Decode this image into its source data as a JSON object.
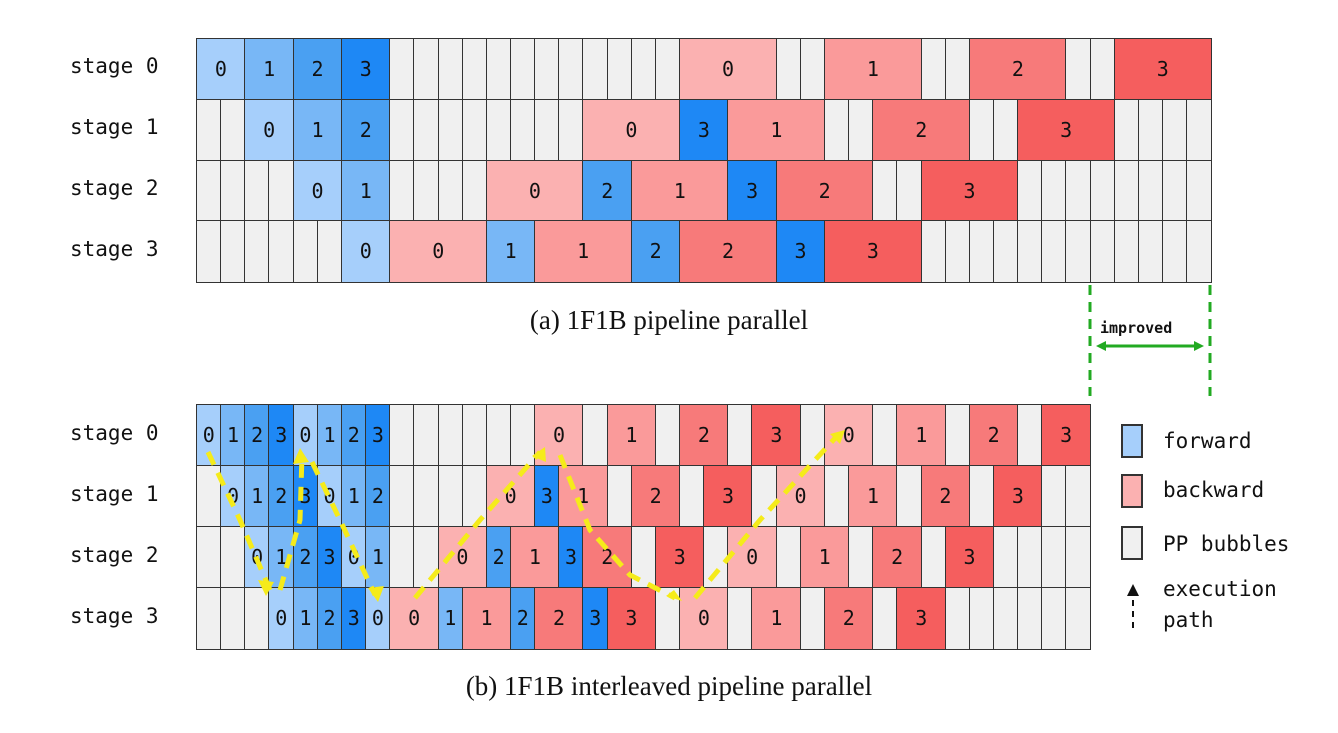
{
  "colors": {
    "forward": [
      "#a6cffb",
      "#78b7f6",
      "#4aa0f2",
      "#1e88f5"
    ],
    "backward": [
      "#fbb1b1",
      "#fa9a9a",
      "#f77a7a",
      "#f55e5e"
    ],
    "bubble": "#f0f0f0",
    "path": "#f5eb1a",
    "improved": "#22aa22"
  },
  "diagram_a": {
    "caption": "(a) 1F1B pipeline parallel",
    "stage_labels": [
      "stage 0",
      "stage 1",
      "stage 2",
      "stage 3"
    ],
    "rows": [
      [
        [
          "F",
          0,
          2
        ],
        [
          "F",
          1,
          2
        ],
        [
          "F",
          2,
          2
        ],
        [
          "F",
          3,
          2
        ],
        [
          "_",
          null,
          12
        ],
        [
          "B",
          0,
          4
        ],
        [
          "_",
          null,
          2
        ],
        [
          "B",
          1,
          4
        ],
        [
          "_",
          null,
          2
        ],
        [
          "B",
          2,
          4
        ],
        [
          "_",
          null,
          2
        ],
        [
          "B",
          3,
          4
        ]
      ],
      [
        [
          "_",
          null,
          2
        ],
        [
          "F",
          0,
          2
        ],
        [
          "F",
          1,
          2
        ],
        [
          "F",
          2,
          2
        ],
        [
          "_",
          null,
          8
        ],
        [
          "B",
          0,
          4
        ],
        [
          "F",
          3,
          2
        ],
        [
          "B",
          1,
          4
        ],
        [
          "_",
          null,
          2
        ],
        [
          "B",
          2,
          4
        ],
        [
          "_",
          null,
          2
        ],
        [
          "B",
          3,
          4
        ],
        [
          "_",
          null,
          4
        ]
      ],
      [
        [
          "_",
          null,
          4
        ],
        [
          "F",
          0,
          2
        ],
        [
          "F",
          1,
          2
        ],
        [
          "_",
          null,
          4
        ],
        [
          "B",
          0,
          4
        ],
        [
          "F",
          2,
          2
        ],
        [
          "B",
          1,
          4
        ],
        [
          "F",
          3,
          2
        ],
        [
          "B",
          2,
          4
        ],
        [
          "_",
          null,
          2
        ],
        [
          "B",
          3,
          4
        ],
        [
          "_",
          null,
          8
        ]
      ],
      [
        [
          "_",
          null,
          6
        ],
        [
          "F",
          0,
          2
        ],
        [
          "B",
          0,
          4
        ],
        [
          "F",
          1,
          2
        ],
        [
          "B",
          1,
          4
        ],
        [
          "F",
          2,
          2
        ],
        [
          "B",
          2,
          4
        ],
        [
          "F",
          3,
          2
        ],
        [
          "B",
          3,
          4
        ],
        [
          "_",
          null,
          12
        ]
      ]
    ],
    "improved_label": "improved"
  },
  "diagram_b": {
    "caption": "(b) 1F1B interleaved pipeline parallel",
    "stage_labels": [
      "stage 0",
      "stage 1",
      "stage 2",
      "stage 3"
    ],
    "rows": [
      [
        [
          "F",
          0,
          1
        ],
        [
          "F",
          1,
          1
        ],
        [
          "F",
          2,
          1
        ],
        [
          "F",
          3,
          1
        ],
        [
          "F",
          0,
          1
        ],
        [
          "F",
          1,
          1
        ],
        [
          "F",
          2,
          1
        ],
        [
          "F",
          3,
          1
        ],
        [
          "_",
          null,
          6
        ],
        [
          "B",
          0,
          2
        ],
        [
          "_",
          null,
          1
        ],
        [
          "B",
          1,
          2
        ],
        [
          "_",
          null,
          1
        ],
        [
          "B",
          2,
          2
        ],
        [
          "_",
          null,
          1
        ],
        [
          "B",
          3,
          2
        ],
        [
          "_",
          null,
          1
        ],
        [
          "B",
          0,
          2
        ],
        [
          "_",
          null,
          1
        ],
        [
          "B",
          1,
          2
        ],
        [
          "_",
          null,
          1
        ],
        [
          "B",
          2,
          2
        ],
        [
          "_",
          null,
          1
        ],
        [
          "B",
          3,
          2
        ]
      ],
      [
        [
          "_",
          null,
          1
        ],
        [
          "F",
          0,
          1
        ],
        [
          "F",
          1,
          1
        ],
        [
          "F",
          2,
          1
        ],
        [
          "F",
          3,
          1
        ],
        [
          "F",
          0,
          1
        ],
        [
          "F",
          1,
          1
        ],
        [
          "F",
          2,
          1
        ],
        [
          "_",
          null,
          4
        ],
        [
          "B",
          0,
          2
        ],
        [
          "F",
          3,
          1
        ],
        [
          "B",
          1,
          2
        ],
        [
          "_",
          null,
          1
        ],
        [
          "B",
          2,
          2
        ],
        [
          "_",
          null,
          1
        ],
        [
          "B",
          3,
          2
        ],
        [
          "_",
          null,
          1
        ],
        [
          "B",
          0,
          2
        ],
        [
          "_",
          null,
          1
        ],
        [
          "B",
          1,
          2
        ],
        [
          "_",
          null,
          1
        ],
        [
          "B",
          2,
          2
        ],
        [
          "_",
          null,
          1
        ],
        [
          "B",
          3,
          2
        ],
        [
          "_",
          null,
          2
        ]
      ],
      [
        [
          "_",
          null,
          2
        ],
        [
          "F",
          0,
          1
        ],
        [
          "F",
          1,
          1
        ],
        [
          "F",
          2,
          1
        ],
        [
          "F",
          3,
          1
        ],
        [
          "F",
          0,
          1
        ],
        [
          "F",
          1,
          1
        ],
        [
          "_",
          null,
          2
        ],
        [
          "B",
          0,
          2
        ],
        [
          "F",
          2,
          1
        ],
        [
          "B",
          1,
          2
        ],
        [
          "F",
          3,
          1
        ],
        [
          "B",
          2,
          2
        ],
        [
          "_",
          null,
          1
        ],
        [
          "B",
          3,
          2
        ],
        [
          "_",
          null,
          1
        ],
        [
          "B",
          0,
          2
        ],
        [
          "_",
          null,
          1
        ],
        [
          "B",
          1,
          2
        ],
        [
          "_",
          null,
          1
        ],
        [
          "B",
          2,
          2
        ],
        [
          "_",
          null,
          1
        ],
        [
          "B",
          3,
          2
        ],
        [
          "_",
          null,
          4
        ]
      ],
      [
        [
          "_",
          null,
          3
        ],
        [
          "F",
          0,
          1
        ],
        [
          "F",
          1,
          1
        ],
        [
          "F",
          2,
          1
        ],
        [
          "F",
          3,
          1
        ],
        [
          "F",
          0,
          1
        ],
        [
          "B",
          0,
          2
        ],
        [
          "F",
          1,
          1
        ],
        [
          "B",
          1,
          2
        ],
        [
          "F",
          2,
          1
        ],
        [
          "B",
          2,
          2
        ],
        [
          "F",
          3,
          1
        ],
        [
          "B",
          3,
          2
        ],
        [
          "_",
          null,
          1
        ],
        [
          "B",
          0,
          2
        ],
        [
          "_",
          null,
          1
        ],
        [
          "B",
          1,
          2
        ],
        [
          "_",
          null,
          1
        ],
        [
          "B",
          2,
          2
        ],
        [
          "_",
          null,
          1
        ],
        [
          "B",
          3,
          2
        ],
        [
          "_",
          null,
          6
        ]
      ]
    ]
  },
  "legend": {
    "forward": "forward",
    "backward": "backward",
    "bubbles": "PP bubbles",
    "path_line1": "execution",
    "path_line2": "path"
  }
}
